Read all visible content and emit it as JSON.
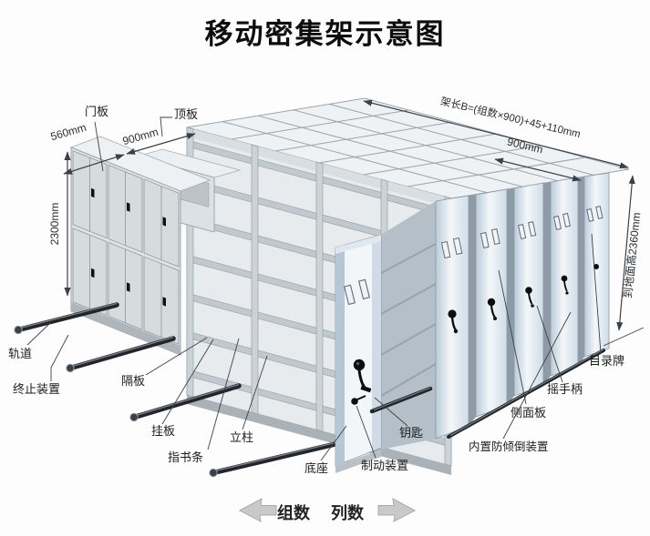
{
  "title": "移动密集架示意图",
  "dimensions": {
    "depth_560": "560mm",
    "left_900": "900mm",
    "height_2300": "2300mm",
    "rack_length_formula": "架长B=(组数×900)+45+110mm",
    "right_900": "900mm",
    "height_to_floor_2360": "到地面高2360mm"
  },
  "callouts": {
    "door_panel": "门板",
    "top_panel": "顶板",
    "rail": "轨道",
    "stop_device": "终止装置",
    "shelf_board": "隔板",
    "hanging_board": "挂板",
    "book_guide_strip": "指书条",
    "column": "立柱",
    "base": "底座",
    "brake_device": "制动装置",
    "key": "钥匙",
    "anti_tip_device": "内置防倾倒装置",
    "side_panel": "侧面板",
    "crank_handle": "摇手柄",
    "catalog_plate": "目录牌"
  },
  "legend": {
    "groups": "组数",
    "columns": "列数"
  },
  "colors": {
    "line": "#3c4146",
    "rail_dark": "#22262b",
    "panel_blue": "#b9cbda",
    "metal_light": "#e7ebee",
    "arrow_gray": "#c9c9c9"
  }
}
